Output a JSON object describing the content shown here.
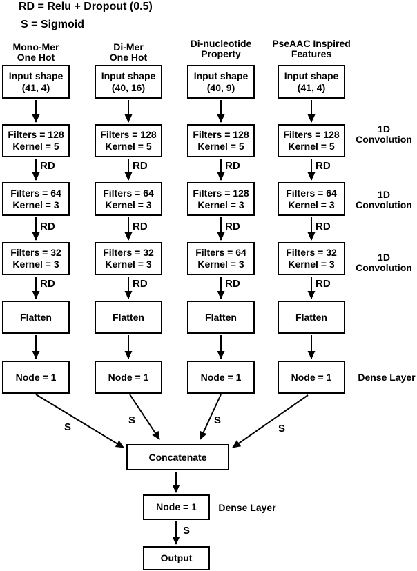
{
  "legend": {
    "rd": "RD = Relu + Dropout (0.5)",
    "s": "S = Sigmoid"
  },
  "columns": [
    {
      "header": "Mono-Mer\nOne Hot",
      "input_shape": "Input shape\n(41, 4)",
      "conv1": "Filters = 128\nKernel = 5",
      "conv2": "Filters = 64\nKernel = 3",
      "conv3": "Filters = 32\nKernel = 3",
      "flatten": "Flatten",
      "dense": "Node = 1",
      "rd1": "RD",
      "rd2": "RD",
      "rd3": "RD",
      "s": "S"
    },
    {
      "header": "Di-Mer\nOne Hot",
      "input_shape": "Input shape\n(40, 16)",
      "conv1": "Filters = 128\nKernel = 5",
      "conv2": "Filters = 64\nKernel = 3",
      "conv3": "Filters = 32\nKernel = 3",
      "flatten": "Flatten",
      "dense": "Node = 1",
      "rd1": "RD",
      "rd2": "RD",
      "rd3": "RD",
      "s": "S"
    },
    {
      "header": "Di-nucleotide\nProperty",
      "input_shape": "Input shape\n(40, 9)",
      "conv1": "Filters = 128\nKernel = 5",
      "conv2": "Filters = 128\nKernel = 3",
      "conv3": "Filters = 64\nKernel = 3",
      "flatten": "Flatten",
      "dense": "Node = 1",
      "rd1": "RD",
      "rd2": "RD",
      "rd3": "RD",
      "s": "S"
    },
    {
      "header": "PseAAC Inspired\nFeatures",
      "input_shape": "Input shape\n(41, 4)",
      "conv1": "Filters = 128\nKernel = 5",
      "conv2": "Filters = 64\nKernel = 3",
      "conv3": "Filters = 32\nKernel = 3",
      "flatten": "Flatten",
      "dense": "Node = 1",
      "rd1": "RD",
      "rd2": "RD",
      "rd3": "RD",
      "s": "S"
    }
  ],
  "side_labels": {
    "conv_row_1": "1D\nConvolution",
    "conv_row_2": "1D\nConvolution",
    "conv_row_3": "1D\nConvolution",
    "dense_row": "Dense Layer",
    "final_dense": "Dense Layer"
  },
  "merge": {
    "concatenate": "Concatenate",
    "dense": "Node = 1",
    "s": "S",
    "output": "Output"
  },
  "colors": {
    "ink": "#000000",
    "background": "#ffffff"
  }
}
